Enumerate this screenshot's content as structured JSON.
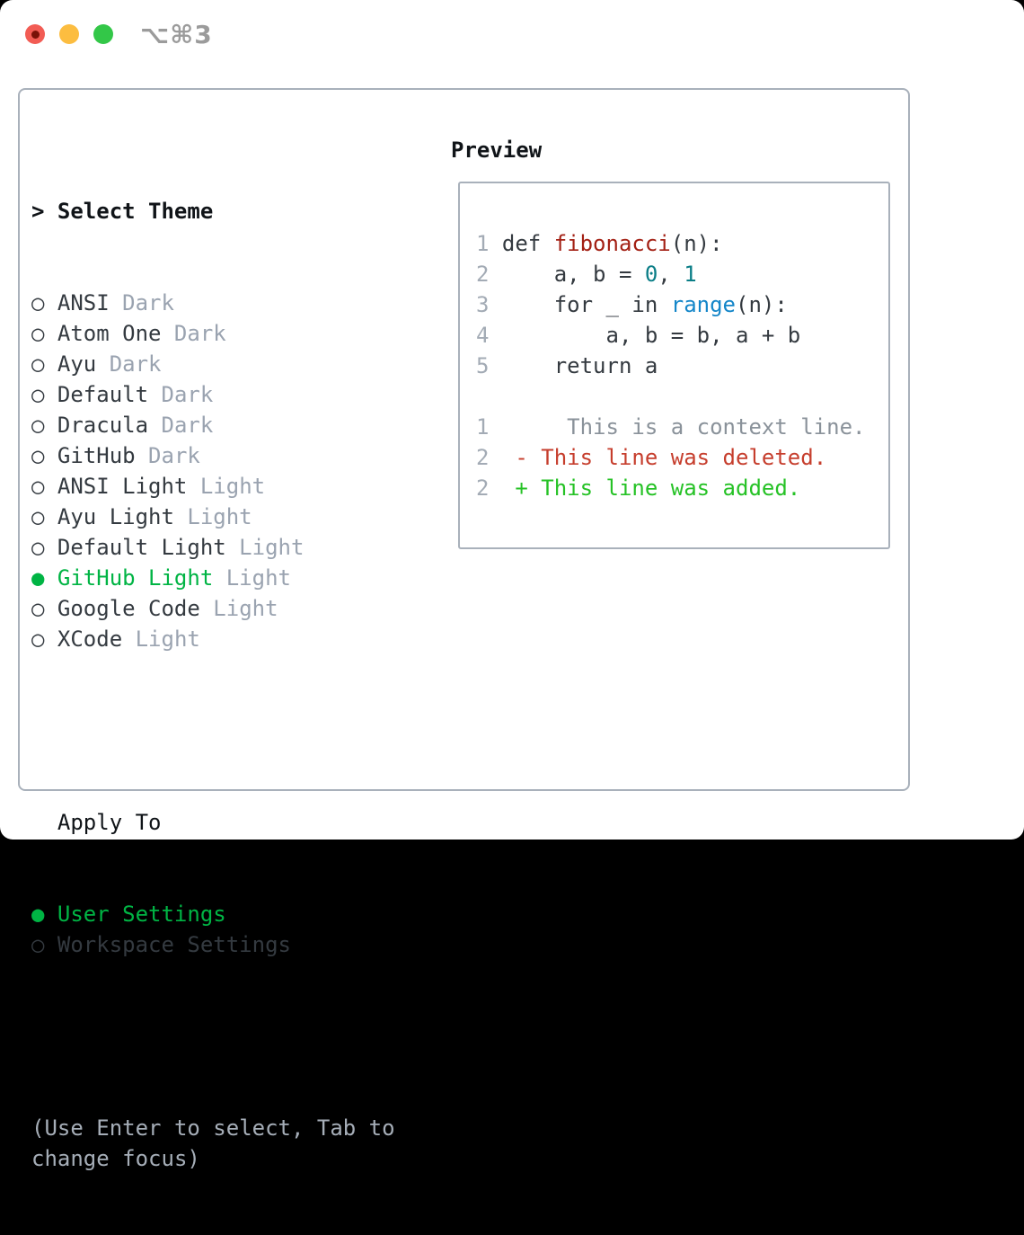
{
  "window": {
    "title": "⌥⌘3",
    "traffic_lights": [
      "close",
      "minimize",
      "zoom"
    ]
  },
  "theme_panel": {
    "header": {
      "prefix": ">",
      "label": "Select Theme"
    },
    "radio_unselected": "○",
    "radio_selected": "●",
    "themes": [
      {
        "name": "ANSI",
        "variant": "Dark",
        "selected": false
      },
      {
        "name": "Atom One",
        "variant": "Dark",
        "selected": false
      },
      {
        "name": "Ayu",
        "variant": "Dark",
        "selected": false
      },
      {
        "name": "Default",
        "variant": "Dark",
        "selected": false
      },
      {
        "name": "Dracula",
        "variant": "Dark",
        "selected": false
      },
      {
        "name": "GitHub",
        "variant": "Dark",
        "selected": false
      },
      {
        "name": "ANSI Light",
        "variant": "Light",
        "selected": false
      },
      {
        "name": "Ayu Light",
        "variant": "Light",
        "selected": false
      },
      {
        "name": "Default Light",
        "variant": "Light",
        "selected": false
      },
      {
        "name": "GitHub Light",
        "variant": "Light",
        "selected": true
      },
      {
        "name": "Google Code",
        "variant": "Light",
        "selected": false
      },
      {
        "name": "XCode",
        "variant": "Light",
        "selected": false
      }
    ],
    "apply_to": {
      "header": "Apply To",
      "options": [
        {
          "name": "User Settings",
          "selected": true
        },
        {
          "name": "Workspace Settings",
          "selected": false
        }
      ]
    },
    "hint_lines": [
      "(Use Enter to select, Tab to",
      "change focus)"
    ]
  },
  "preview": {
    "header": "Preview",
    "code_lines": [
      [
        [
          "1 ",
          "num"
        ],
        [
          "def ",
          "code"
        ],
        [
          "fibonacci",
          "fn"
        ],
        [
          "(n):",
          "code"
        ]
      ],
      [
        [
          "2",
          "num"
        ],
        [
          "     a, b = ",
          "code"
        ],
        [
          "0",
          "lit"
        ],
        [
          ", ",
          "code"
        ],
        [
          "1",
          "lit"
        ]
      ],
      [
        [
          "3",
          "num"
        ],
        [
          "     for _ in ",
          "code"
        ],
        [
          "range",
          "builtin"
        ],
        [
          "(n):",
          "code"
        ]
      ],
      [
        [
          "4",
          "num"
        ],
        [
          "         a, b = b, a + b",
          "code"
        ]
      ],
      [
        [
          "5",
          "num"
        ],
        [
          "     return a",
          "code"
        ]
      ],
      [],
      [
        [
          "1",
          "num"
        ],
        [
          "      This is a context line.",
          "ctx"
        ]
      ],
      [
        [
          "2",
          "num"
        ],
        [
          "  ",
          "code"
        ],
        [
          "- This line was deleted.",
          "del"
        ]
      ],
      [
        [
          "2",
          "num"
        ],
        [
          "  ",
          "code"
        ],
        [
          "+ This line was added.",
          "add"
        ]
      ]
    ]
  },
  "colors": {
    "text_dark": "#343a40",
    "heading_black": "#101418",
    "gray_label": "#9aa3b0",
    "gray_hint": "#a6aeb8",
    "line_number": "#a3abb5",
    "context_gray": "#8a929a",
    "selected_green": "#00b444",
    "added_green": "#26c226",
    "deleted_red": "#c63e2d",
    "function_red": "#a32014",
    "builtin_blue": "#1486c9",
    "literal_teal": "#0b7e87",
    "border": "#a9b1bb",
    "title_gray": "#9b9b9b",
    "light_red": "#f25c54",
    "light_red_dot": "#7a1208",
    "light_yellow": "#fcbd40",
    "light_green": "#33c748"
  }
}
